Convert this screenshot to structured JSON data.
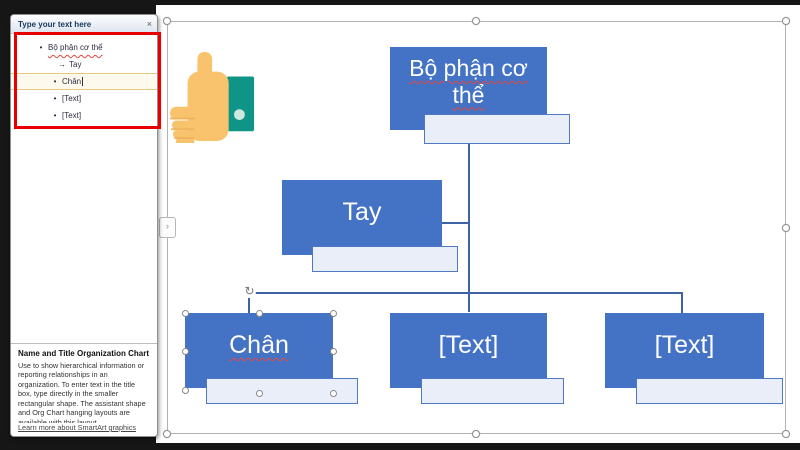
{
  "text_pane": {
    "header": {
      "title": "Type your text here"
    },
    "items": [
      {
        "bullet": "•",
        "label": "Bộ phận cơ thể",
        "level": 1,
        "misspelled": true,
        "highlighted": false
      },
      {
        "bullet": "→",
        "label": "Tay",
        "level": 3,
        "misspelled": false,
        "highlighted": false
      },
      {
        "bullet": "•",
        "label": "Chân",
        "level": 2,
        "misspelled": false,
        "highlighted": true
      },
      {
        "bullet": "•",
        "label": "[Text]",
        "level": 2,
        "misspelled": false,
        "highlighted": false
      },
      {
        "bullet": "•",
        "label": "[Text]",
        "level": 2,
        "misspelled": false,
        "highlighted": false
      }
    ],
    "info": {
      "title": "Name and Title Organization Chart",
      "description": "Use to show hierarchical information or reporting relationships in an organization. To enter text in the title box, type directly in the smaller rectangular shape. The assistant shape and Org Chart hanging layouts are available with this layout.",
      "link": "Learn more about SmartArt graphics"
    }
  },
  "diagram": {
    "nodes": [
      {
        "id": "root",
        "label": "Bộ phận cơ thể",
        "misspelled": true,
        "selected": false
      },
      {
        "id": "assistant",
        "label": "Tay",
        "misspelled": false,
        "selected": false
      },
      {
        "id": "child-1",
        "label": "Chân",
        "misspelled": true,
        "selected": true
      },
      {
        "id": "child-2",
        "label": "[Text]",
        "misspelled": false,
        "selected": false
      },
      {
        "id": "child-3",
        "label": "[Text]",
        "misspelled": false,
        "selected": false
      }
    ]
  },
  "icons": {
    "close": "×",
    "pane_toggle_chevron": "›",
    "rotate": "↻",
    "hand_pointer": "hand-pointing-left-icon"
  },
  "colors": {
    "node_fill": "#4472c4",
    "connector": "#3d63a6",
    "title_rect_fill": "#e9eef8",
    "annotation_red": "#e60000",
    "highlight_row": "#fdf9ec",
    "hand_skin": "#f9c36e",
    "cuff_teal": "#0f9488"
  }
}
